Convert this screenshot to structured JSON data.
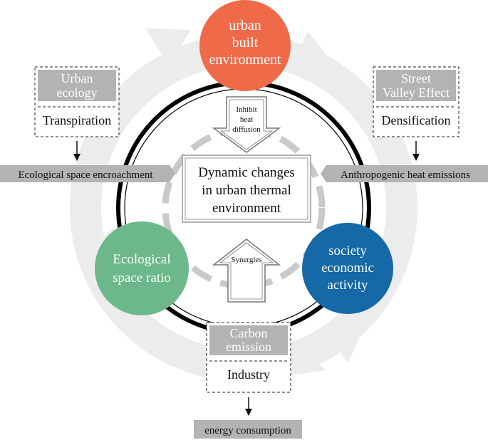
{
  "center": {
    "line1": "Dynamic changes",
    "line2": "in urban thermal",
    "line3": "environment"
  },
  "nodes": {
    "top": {
      "line1": "urban",
      "line2": "built",
      "line3": "environment",
      "color": "#ee6a49"
    },
    "left": {
      "line1": "Ecological",
      "line2": "space ratio",
      "color": "#6db88b"
    },
    "right": {
      "line1": "society",
      "line2": "economic",
      "line3": "activity",
      "color": "#1469a6"
    }
  },
  "arrows": {
    "top": {
      "line1": "Inhibit",
      "line2": "heat",
      "line3": "diffusion"
    },
    "bottom": {
      "label": "Synergies"
    }
  },
  "boxes": {
    "top_left": {
      "header_line1": "Urban",
      "header_line2": "ecology",
      "body": "Transpiration"
    },
    "top_right": {
      "header_line1": "Street",
      "header_line2": "Valley Effect",
      "body": "Densification"
    },
    "bottom": {
      "header_line1": "Carbon",
      "header_line2": "emission",
      "body": "Industry"
    }
  },
  "bars": {
    "left": "Ecological space encroachment",
    "right": "Anthropogenic heat emissions",
    "bottom": "energy consumption"
  },
  "colors": {
    "gray_bar": "#b3b3b3",
    "ring": "#000000",
    "cycle_arrow": "#ececec",
    "dash_ring": "#c9c9c9"
  }
}
